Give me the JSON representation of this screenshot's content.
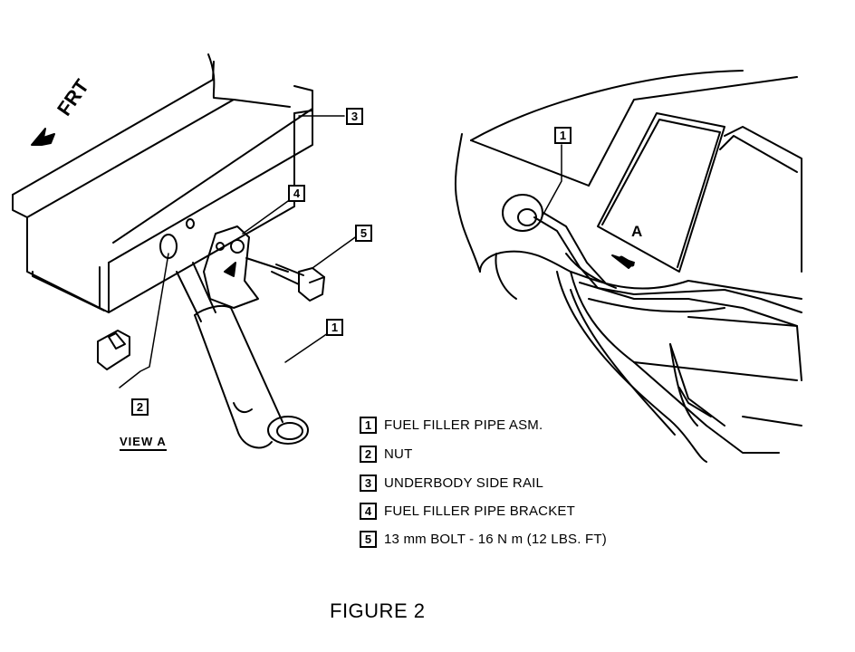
{
  "callouts": {
    "rail": "3",
    "bracket": "4",
    "bolt": "5",
    "pipe": "1",
    "nut": "2",
    "car_pipe": "1"
  },
  "view_label": "VIEW A",
  "frt_label": "FRT",
  "arrow_label": "A",
  "legend": [
    {
      "num": "1",
      "text": "FUEL FILLER PIPE ASM."
    },
    {
      "num": "2",
      "text": "NUT"
    },
    {
      "num": "3",
      "text": "UNDERBODY SIDE RAIL"
    },
    {
      "num": "4",
      "text": "FUEL FILLER PIPE BRACKET"
    },
    {
      "num": "5",
      "text": "13 mm BOLT - 16 N m (12 LBS. FT)"
    }
  ],
  "caption": "FIGURE 2"
}
